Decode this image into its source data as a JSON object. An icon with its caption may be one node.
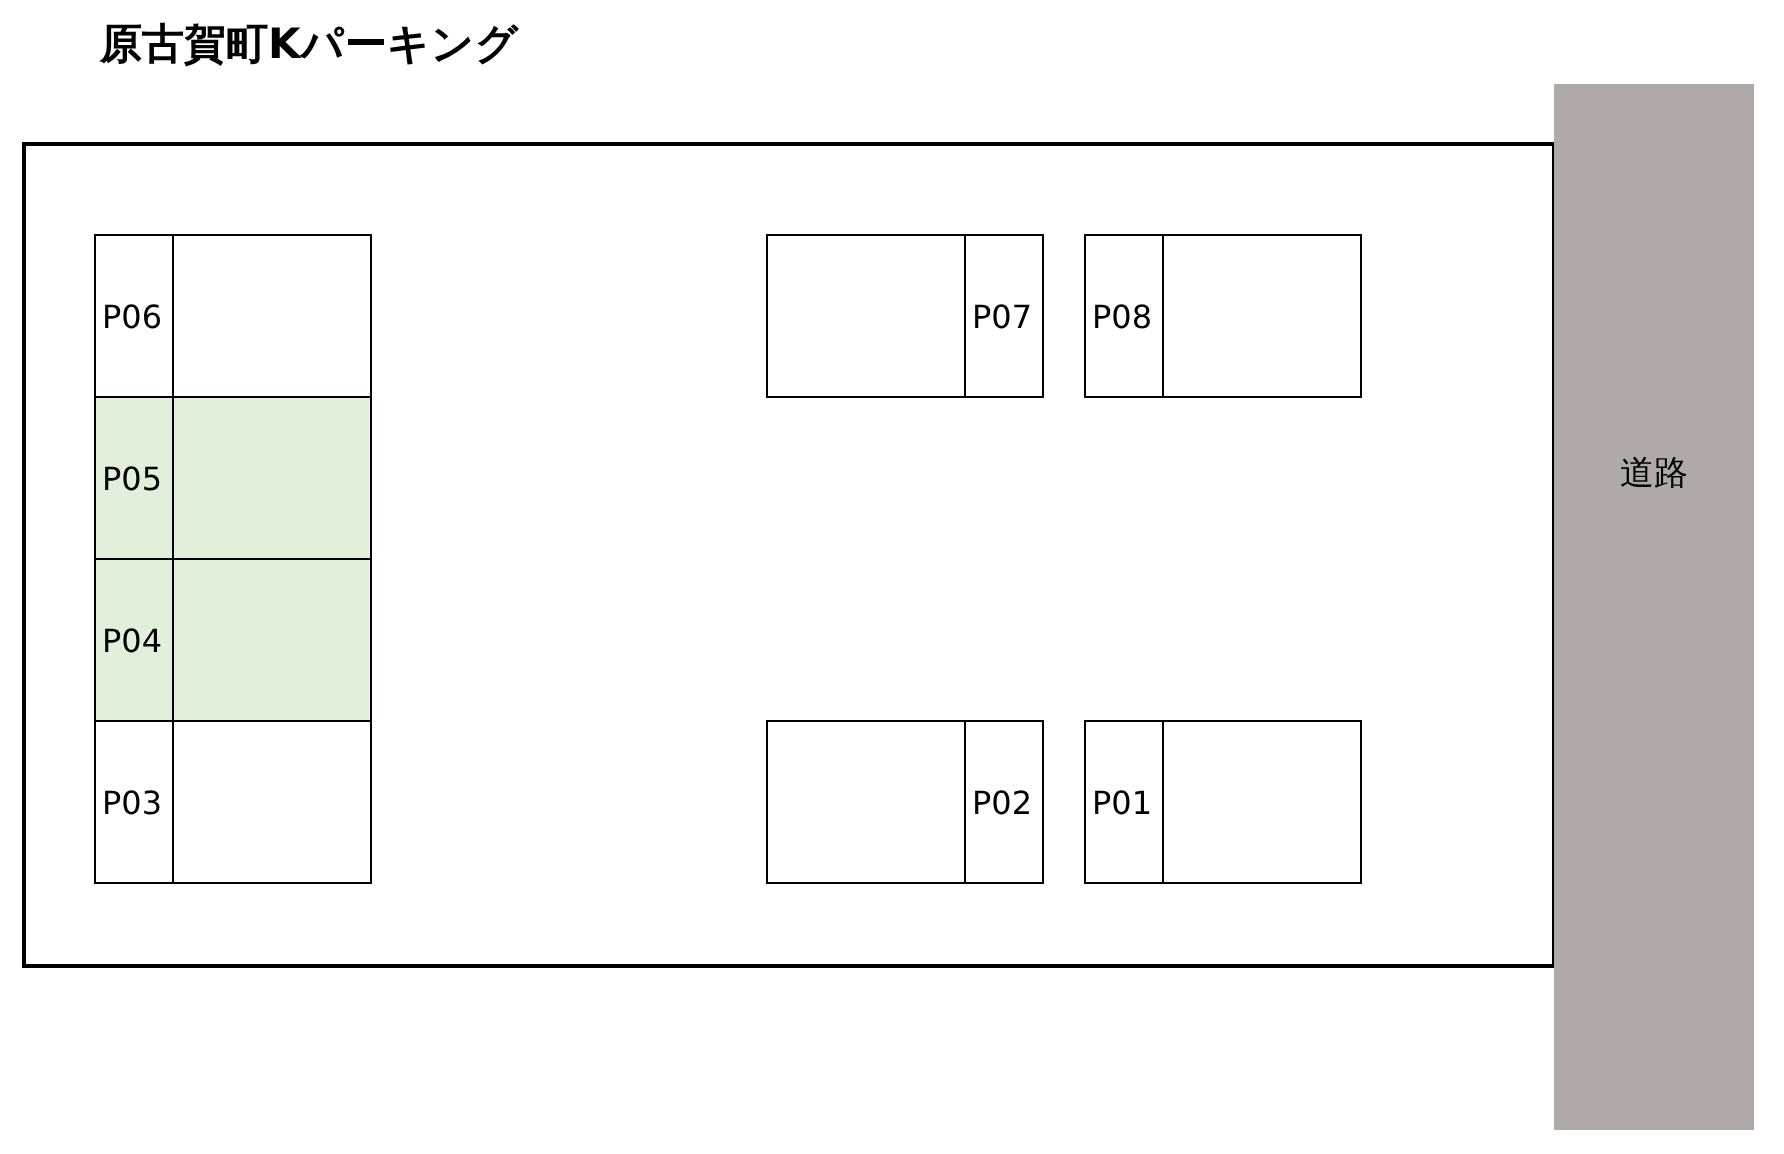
{
  "diagram": {
    "title": "原古賀町Kパーキング",
    "nodes": [
      {
        "text": [],
        "shape": "box"
      },
      {
        "text": [
          "P06"
        ],
        "in": 0
      },
      {
        "text": [
          "P07"
        ],
        "in": 0
      },
      {
        "text": [
          "P08"
        ],
        "in": 0
      },
      {
        "text": [
          "P05"
        ],
        "in": 0
      },
      {
        "text": [
          "P04"
        ],
        "in": 0
      },
      {
        "text": [
          "P03"
        ],
        "in": 0
      },
      {
        "text": [
          "P02"
        ],
        "in": 0
      },
      {
        "text": [
          "P01"
        ],
        "in": 0
      },
      {
        "text": [
          "道路"
        ]
      }
    ]
  }
}
